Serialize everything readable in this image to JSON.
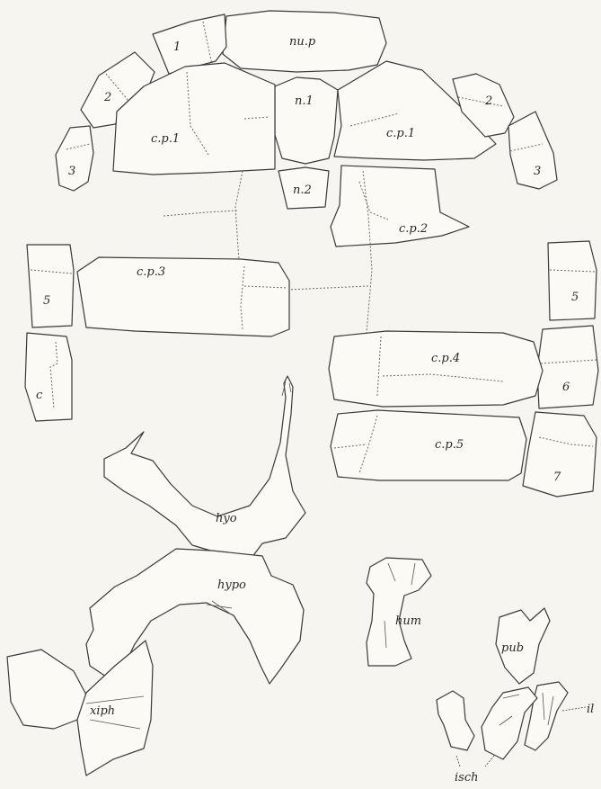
{
  "plate": {
    "background": "#f6f5ef",
    "ink": "#3a3a3a"
  },
  "labels": {
    "nup": "nu.p",
    "n1": "n.1",
    "n2": "n.2",
    "cp1_left": "c.p.1",
    "cp1_right": "c.p.1",
    "cp2": "c.p.2",
    "cp3": "c.p.3",
    "cp4": "c.p.4",
    "cp5": "c.p.5",
    "m1": "1",
    "m2_left": "2",
    "m3_left": "3",
    "m2_right": "2",
    "m3_right": "3",
    "m5_left": "5",
    "m6_left": "c",
    "m5_right": "5",
    "m6_right": "6",
    "m7_right": "7",
    "hyo": "hyo",
    "hypo": "hypo",
    "xiph": "xiph",
    "hum": "hum",
    "pub": "pub",
    "il": "il",
    "isch": "isch"
  }
}
